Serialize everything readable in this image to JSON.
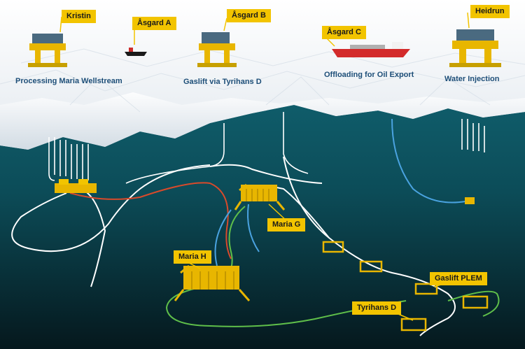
{
  "surface_units": [
    {
      "name": "Kristin",
      "caption": "Processing Maria Wellstream"
    },
    {
      "name": "Åsgard A",
      "caption": ""
    },
    {
      "name": "Åsgard B",
      "caption": "Gaslift via Tyrihans D"
    },
    {
      "name": "Åsgard C",
      "caption": "Offloading for Oil Export"
    },
    {
      "name": "Heidrun",
      "caption": "Water Injection"
    }
  ],
  "subsea_labels": {
    "maria_g": "Maria G",
    "maria_h": "Maria H",
    "gaslift_plem": "Gaslift PLEM",
    "tyrihans_d": "Tyrihans D"
  },
  "colors": {
    "label_bg": "#f2c400",
    "caption_text": "#1d4e78",
    "water": "#0f5361",
    "ice": "#eef2f6",
    "line_white": "#ffffff",
    "line_red": "#d94a2b",
    "line_green": "#5fbf4a",
    "line_blue": "#4aa3e0",
    "structure": "#e8b600"
  }
}
